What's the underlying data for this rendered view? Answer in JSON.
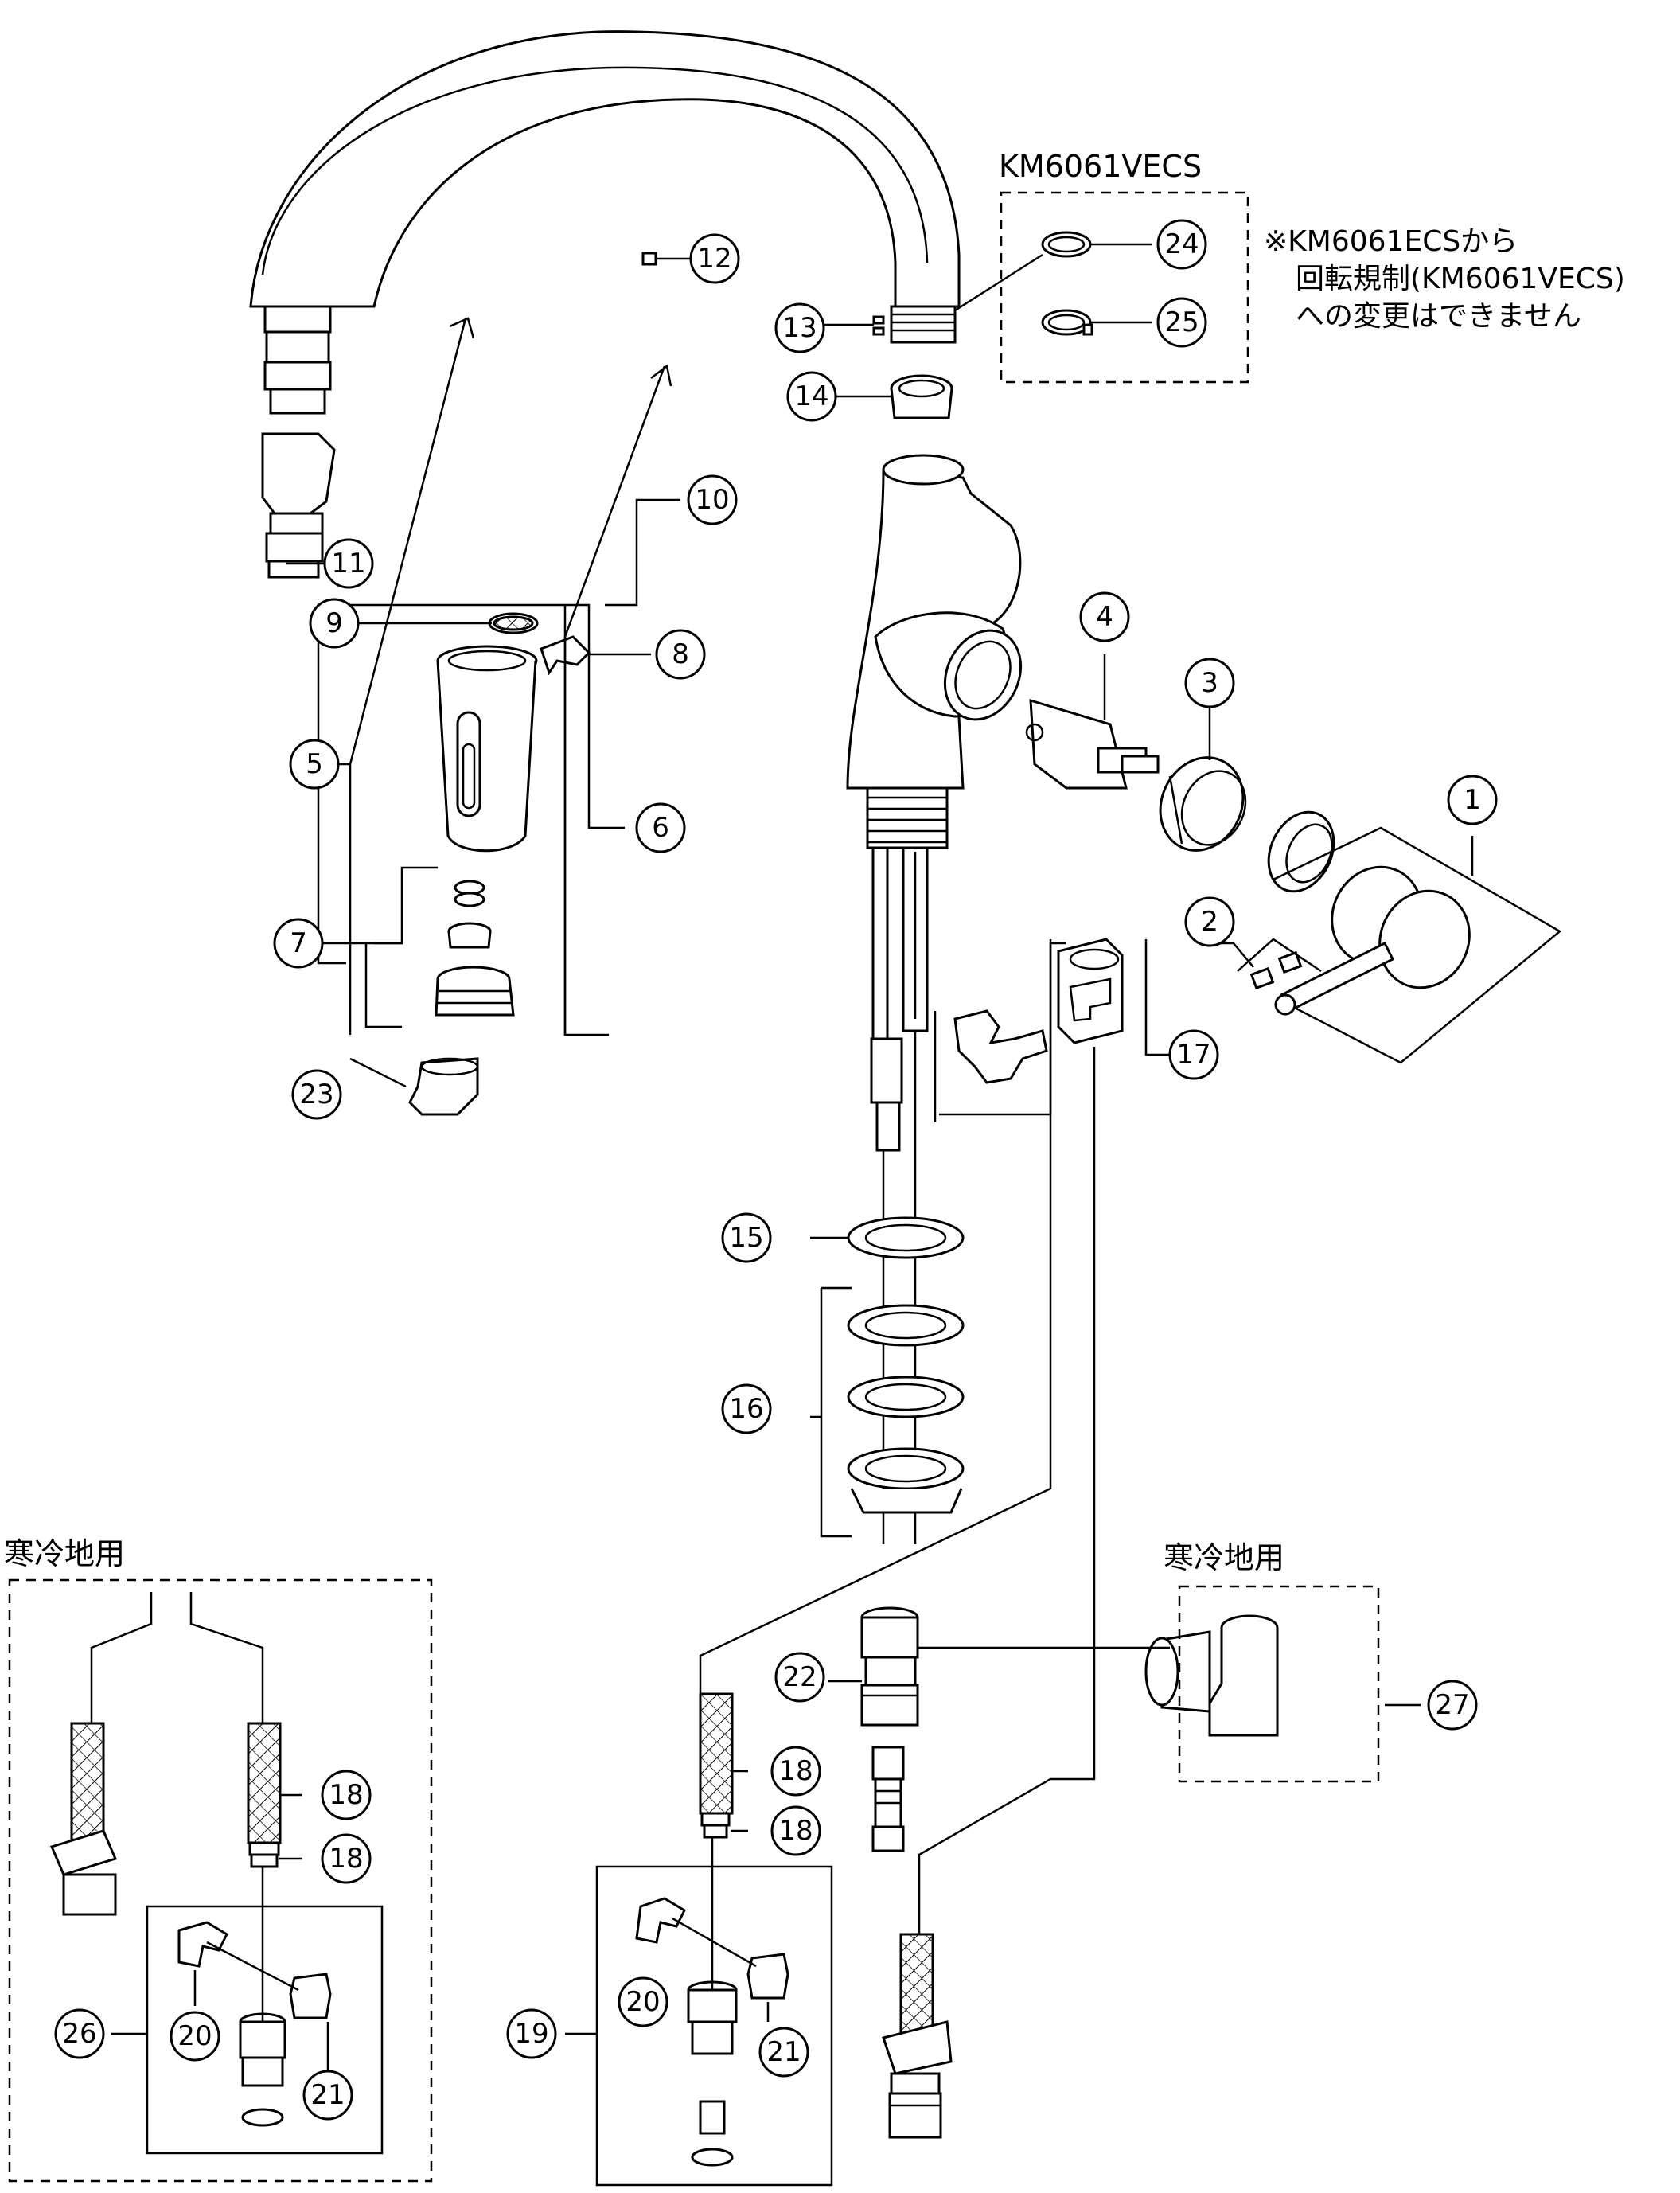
{
  "model_label": "KM6061VECS",
  "note": {
    "line1": "※KM6061ECSから",
    "line2": "回転規制(KM6061VECS)",
    "line3": "への変更はできません"
  },
  "cold_region_label_left": "寒冷地用",
  "cold_region_label_right": "寒冷地用",
  "callouts": [
    {
      "id": "1",
      "label": "1"
    },
    {
      "id": "2",
      "label": "2"
    },
    {
      "id": "3",
      "label": "3"
    },
    {
      "id": "4",
      "label": "4"
    },
    {
      "id": "5",
      "label": "5"
    },
    {
      "id": "6",
      "label": "6"
    },
    {
      "id": "7",
      "label": "7"
    },
    {
      "id": "8",
      "label": "8"
    },
    {
      "id": "9",
      "label": "9"
    },
    {
      "id": "10",
      "label": "10"
    },
    {
      "id": "11",
      "label": "11"
    },
    {
      "id": "12",
      "label": "12"
    },
    {
      "id": "13",
      "label": "13"
    },
    {
      "id": "14",
      "label": "14"
    },
    {
      "id": "15",
      "label": "15"
    },
    {
      "id": "16",
      "label": "16"
    },
    {
      "id": "17",
      "label": "17"
    },
    {
      "id": "18a",
      "label": "18"
    },
    {
      "id": "18b",
      "label": "18"
    },
    {
      "id": "18c",
      "label": "18"
    },
    {
      "id": "18d",
      "label": "18"
    },
    {
      "id": "19",
      "label": "19"
    },
    {
      "id": "20a",
      "label": "20"
    },
    {
      "id": "20b",
      "label": "20"
    },
    {
      "id": "21a",
      "label": "21"
    },
    {
      "id": "21b",
      "label": "21"
    },
    {
      "id": "22",
      "label": "22"
    },
    {
      "id": "23",
      "label": "23"
    },
    {
      "id": "24",
      "label": "24"
    },
    {
      "id": "25",
      "label": "25"
    },
    {
      "id": "26",
      "label": "26"
    },
    {
      "id": "27",
      "label": "27"
    }
  ]
}
